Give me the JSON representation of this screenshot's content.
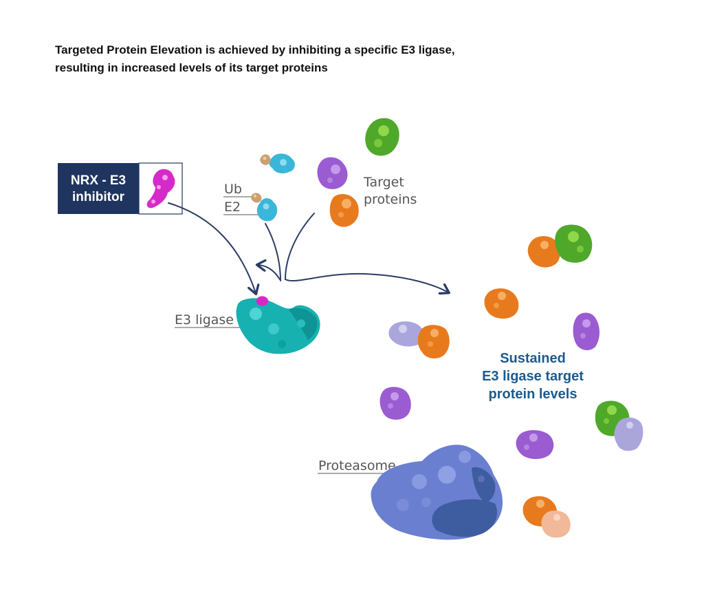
{
  "title": {
    "line1": "Targeted Protein Elevation is achieved by inhibiting a specific E3 ligase,",
    "line2": "resulting in increased levels of its target proteins"
  },
  "inhibitor_box": {
    "line1": "NRX - E3",
    "line2": "inhibitor"
  },
  "labels": {
    "ub": "Ub",
    "e2": "E2",
    "target_line1": "Target",
    "target_line2": "proteins",
    "e3_ligase": "E3 ligase",
    "proteasome": "Proteasome"
  },
  "sustained": {
    "line1": "Sustained",
    "line2": "E3 ligase target",
    "line3": "protein levels"
  },
  "colors": {
    "navy": "#1f3560",
    "arrow": "#2a3c63",
    "sustained_text": "#1d5a8c",
    "cyan": "#1ab8b8",
    "magenta": "#d62ac8",
    "purple": "#9a5cd0",
    "orange": "#e87a1e",
    "green": "#5cb82a",
    "lavender": "#aaa6dc",
    "proteasome": "#6a7fd0",
    "peach": "#f2b89a",
    "ub_tan": "#c9a070",
    "e2_blue": "#3ab6d8"
  }
}
